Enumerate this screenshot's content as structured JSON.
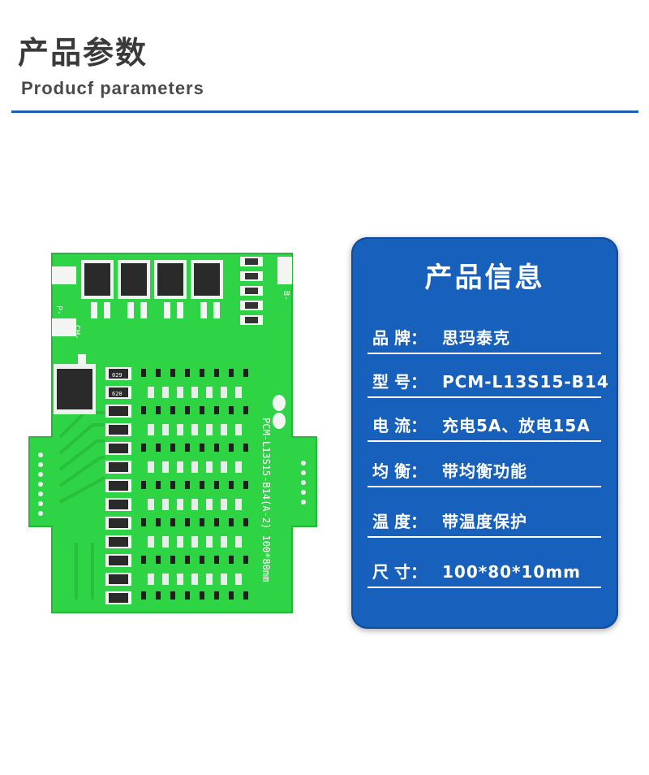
{
  "header": {
    "title_cn": "产品参数",
    "title_en": "Producf  parameters"
  },
  "board": {
    "silkscreen": "PCM-L13S15-B14(A-2) 100*80mm",
    "label_p": "P-",
    "label_ch": "CH-",
    "label_b": "B-",
    "resistor_code_a": "620",
    "resistor_code_b": "029"
  },
  "card": {
    "title": "产品信息",
    "rows": [
      {
        "label": "品  牌：",
        "value": "思玛泰克"
      },
      {
        "label": "型  号：",
        "value": "PCM-L13S15-B14"
      },
      {
        "label": "电  流：",
        "value": "充电5A、放电15A"
      },
      {
        "label": "均  衡：",
        "value": "带均衡功能"
      },
      {
        "label": "温  度：",
        "value": "带温度保护"
      },
      {
        "label": "尺  寸：",
        "value": "100*80*10mm"
      }
    ]
  },
  "colors": {
    "accent_blue": "#1760bb",
    "pcb_green": "#2fd446"
  }
}
